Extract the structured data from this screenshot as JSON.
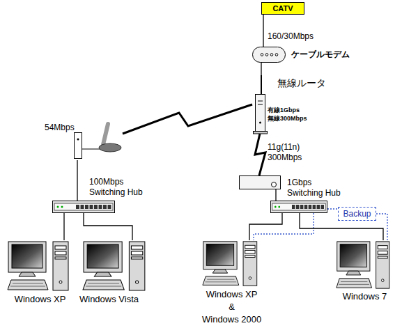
{
  "diagram": {
    "nodes": [
      {
        "text": [
          "CATV"
        ]
      },
      {
        "text": [
          "ケーブルモデム"
        ]
      },
      {
        "text": [
          "無線ルータ",
          "有線1Gbps 無線300Mbps"
        ]
      },
      {
        "text": [
          "54Mbps"
        ]
      },
      {
        "text": [
          "100Mbps Switching Hub"
        ]
      },
      {
        "text": [
          "Windows XP"
        ]
      },
      {
        "text": [
          "Windows Vista"
        ]
      },
      {
        "text": [
          "1Gbps Switching Hub"
        ]
      },
      {
        "text": [
          "Windows XP",
          "&",
          "Windows 2000"
        ]
      },
      {
        "text": [
          "Windows 7"
        ]
      }
    ],
    "edges": [
      {
        "from": 0,
        "to": 1,
        "label": "160/30Mbps",
        "arrow": "none"
      },
      {
        "from": 1,
        "to": 2,
        "arrow": "none"
      },
      {
        "from": 2,
        "to": 3,
        "arrow": "none"
      },
      {
        "from": 2,
        "to": 7,
        "label": "11g(11n) 300Mbps",
        "arrow": "none"
      },
      {
        "from": 3,
        "to": 4,
        "arrow": "none"
      },
      {
        "from": 4,
        "to": 5,
        "arrow": "none"
      },
      {
        "from": 4,
        "to": 6,
        "arrow": "none"
      },
      {
        "from": 7,
        "to": 8,
        "arrow": "none"
      },
      {
        "from": 7,
        "to": 9,
        "arrow": "none"
      }
    ],
    "labels": [
      "Backup"
    ]
  }
}
